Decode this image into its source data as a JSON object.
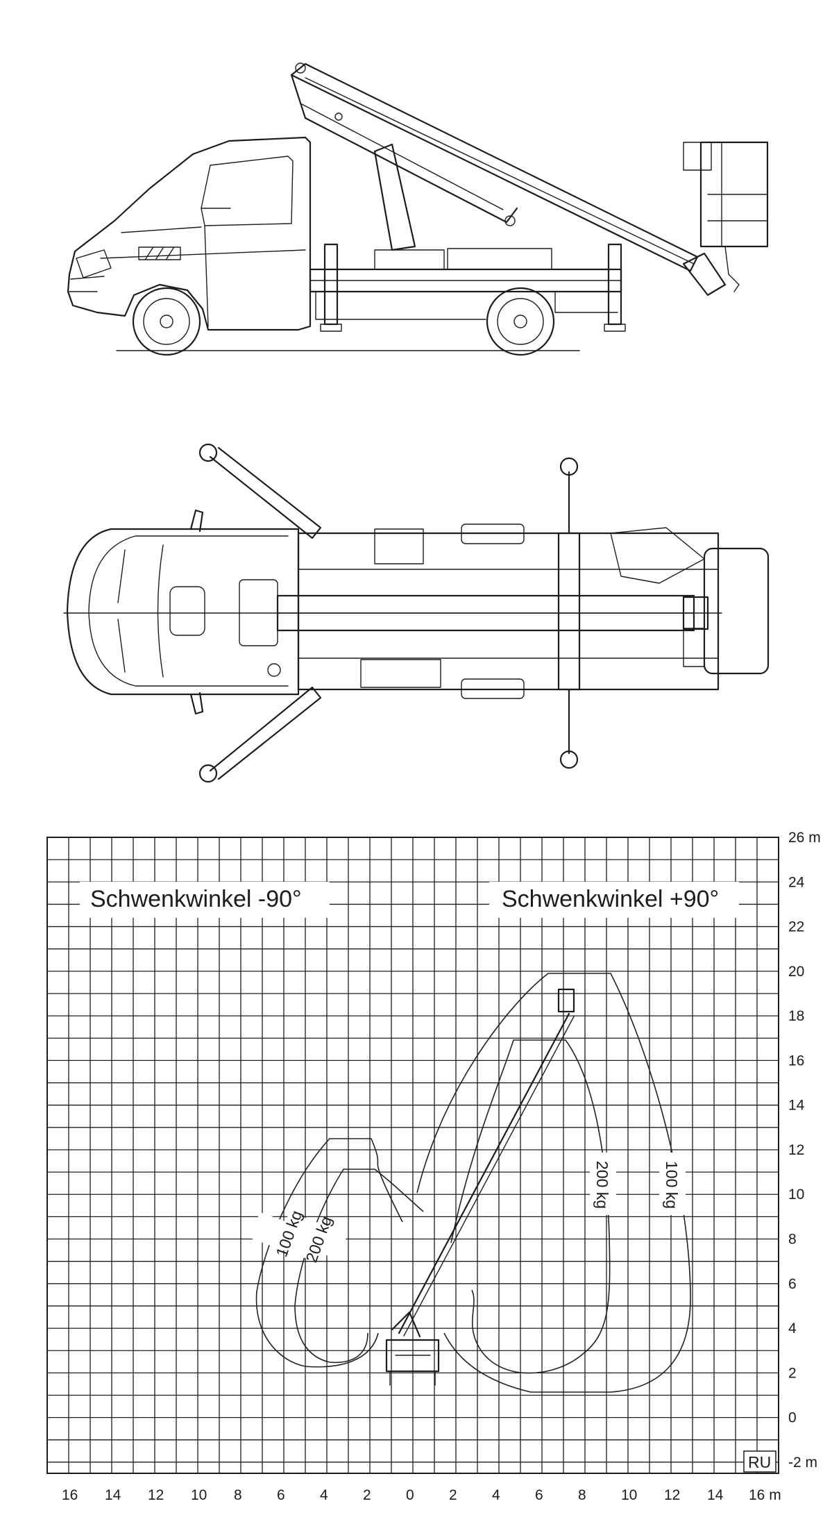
{
  "diagram": {
    "labels": {
      "left_title": "Schwenkwinkel -90°",
      "right_title": "Schwenkwinkel +90°",
      "corner_tag": "RU",
      "load_left_outer": "100 kg",
      "load_left_inner": "200 kg",
      "load_right_inner": "200 kg",
      "load_right_outer": "100 kg"
    },
    "x_axis": {
      "ticks": [
        "16",
        "14",
        "12",
        "10",
        "8",
        "6",
        "4",
        "2",
        "0",
        "2",
        "4",
        "6",
        "8",
        "10",
        "12",
        "14",
        "16 m"
      ],
      "range_m": [
        -17,
        17
      ]
    },
    "y_axis": {
      "ticks": [
        "26 m",
        "24",
        "22",
        "20",
        "18",
        "16",
        "14",
        "12",
        "10",
        "8",
        "6",
        "4",
        "2",
        "0",
        "-2 m"
      ],
      "range_m": [
        -2.5,
        26
      ]
    },
    "grid": true
  }
}
